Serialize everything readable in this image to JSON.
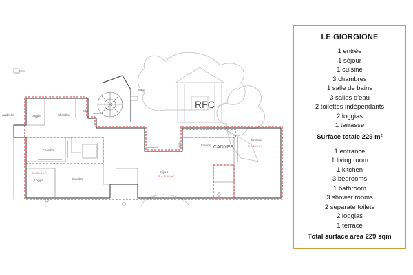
{
  "plan": {
    "labels": {
      "jardin": "Jardinière",
      "loggia1": "Loggia",
      "chambre1": "Chambre",
      "sdb1": "SdE",
      "chambre2": "Chambre",
      "loggia2": "Loggia",
      "chambre3": "Chambre",
      "cuisine": "Cuisine",
      "sejour": "Séjour",
      "terrasse": "Terrasse",
      "palier": "Palier",
      "area_left": "S = 33,6 m²",
      "area_mid": "S = 11,46 m²",
      "area_right": "S = 46,6 m²"
    },
    "watermark": {
      "initials": "RFC",
      "place": "CANNES"
    }
  },
  "panel": {
    "title": "LE GIORGIONE",
    "fr_items": [
      "1 entrée",
      "1 séjour",
      "1 cuisine",
      "3 chambres",
      "1 salle de bains",
      "3 salles d'eau",
      "2 toilettes indépendants",
      "2 loggias",
      "1 terrasse"
    ],
    "fr_total": "Surface totale 229 m²",
    "en_items": [
      "1 entrance",
      "1 living room",
      "1 kitchen",
      "3 bedrooms",
      "1 bathroom",
      "3 shower rooms",
      "2 separate toilets",
      "2 loggias",
      "1 terrace"
    ],
    "en_total": "Total surface area 229 sqm"
  },
  "colors": {
    "border_gold": "#c9a13b",
    "dash_red": "#d33a3a"
  }
}
